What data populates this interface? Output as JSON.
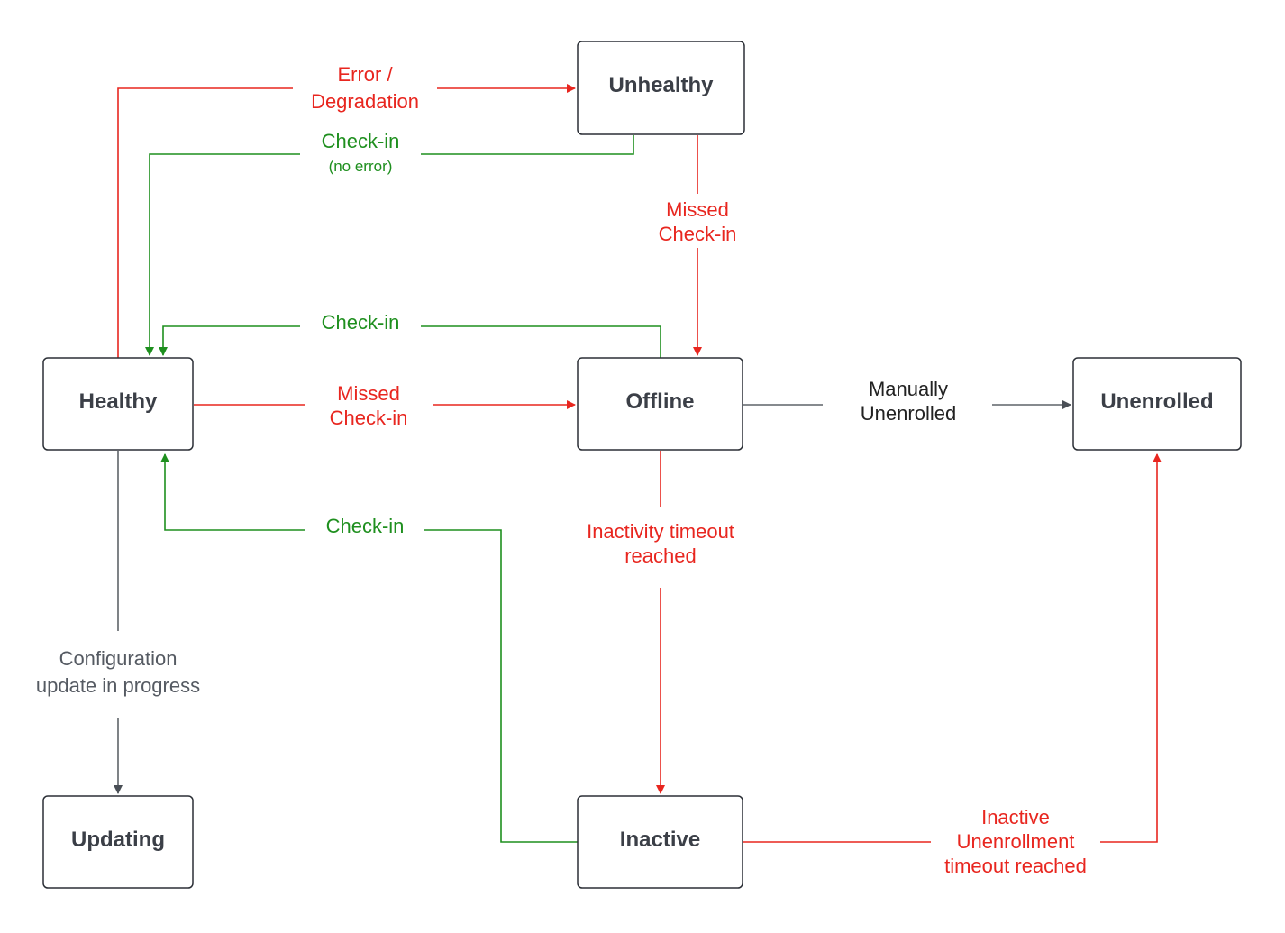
{
  "nodes": {
    "unhealthy": "Unhealthy",
    "healthy": "Healthy",
    "offline": "Offline",
    "unenrolled": "Unenrolled",
    "updating": "Updating",
    "inactive": "Inactive"
  },
  "edges": {
    "error_degradation": [
      "Error /",
      "Degradation"
    ],
    "checkin_no_error": [
      "Check-in"
    ],
    "checkin_no_error_sub": "(no error)",
    "missed_checkin_unhealthy": [
      "Missed",
      "Check-in"
    ],
    "checkin_offline": [
      "Check-in"
    ],
    "missed_checkin_healthy": [
      "Missed",
      "Check-in"
    ],
    "manually_unenrolled": [
      "Manually",
      "Unenrolled"
    ],
    "checkin_inactive": [
      "Check-in"
    ],
    "inactivity_timeout": [
      "Inactivity timeout",
      "reached"
    ],
    "config_update": [
      "Configuration",
      "update in progress"
    ],
    "inactive_unenrollment": [
      "Inactive",
      "Unenrollment",
      "timeout reached"
    ]
  },
  "colors": {
    "error": "#e8261f",
    "success": "#1e8f1e",
    "neutral": "#5f6469"
  }
}
